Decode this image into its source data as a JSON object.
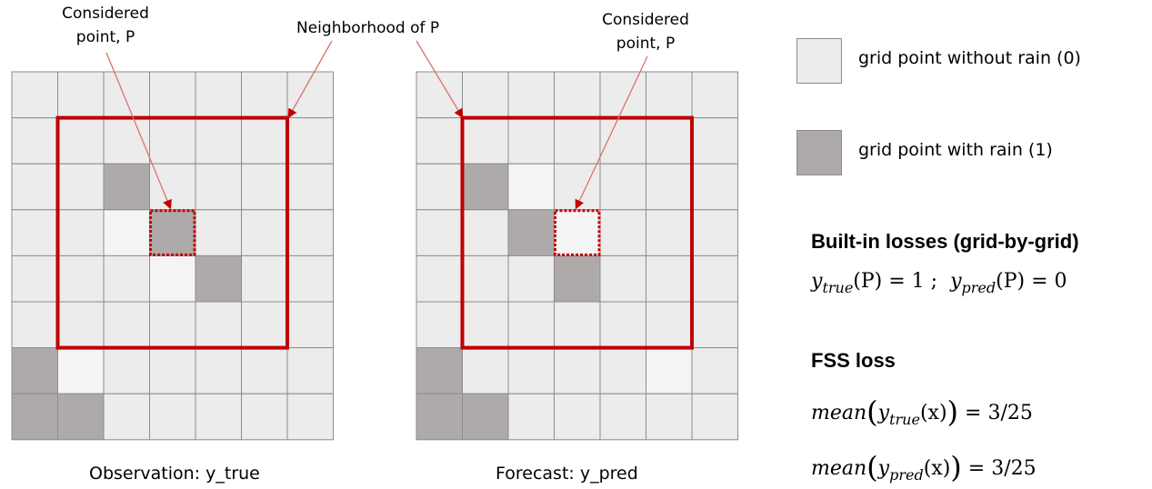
{
  "annotations": {
    "considered_left": [
      "Considered",
      "point, P"
    ],
    "neighborhood": "Neighborhood of P",
    "considered_right": [
      "Considered",
      "point, P"
    ]
  },
  "grids": [
    {
      "caption": "Observation:  y_true",
      "rain_cells": [
        [
          2,
          2
        ],
        [
          3,
          3
        ],
        [
          4,
          4
        ],
        [
          6,
          0
        ],
        [
          7,
          0
        ],
        [
          7,
          1
        ]
      ],
      "light_cells": [
        [
          3,
          2
        ],
        [
          4,
          3
        ],
        [
          6,
          1
        ]
      ],
      "point": [
        3,
        3
      ]
    },
    {
      "caption": "Forecast:  y_pred",
      "rain_cells": [
        [
          2,
          1
        ],
        [
          3,
          2
        ],
        [
          4,
          3
        ],
        [
          6,
          0
        ],
        [
          7,
          0
        ],
        [
          7,
          1
        ]
      ],
      "light_cells": [
        [
          2,
          2
        ],
        [
          3,
          3
        ],
        [
          6,
          5
        ]
      ],
      "point": [
        3,
        3
      ]
    }
  ],
  "legend": {
    "no_rain": "grid point without rain (0)",
    "rain": "grid point with rain (1)"
  },
  "builtin": {
    "title": "Built-in losses (grid-by-grid)",
    "a_var": "y",
    "a_sub": "true",
    "a_arg": "(P) = 1 ;",
    "b_var": "y",
    "b_sub": "pred",
    "b_arg": "(P) = 0"
  },
  "fss": {
    "title": "FSS loss",
    "l1_fn": "mean",
    "l1_var": "y",
    "l1_sub": "true",
    "l1_arg": "(x)",
    "l1_rhs": "= 3/25",
    "l2_fn": "mean",
    "l2_var": "y",
    "l2_sub": "pred",
    "l2_arg": "(x)",
    "l2_rhs": "= 3/25"
  },
  "colors": {
    "cell": "#ececec",
    "cell_light": "#f4f4f4",
    "rain": "#aeaaaa",
    "grid_line": "#8c8c8c",
    "red": "#c00000",
    "arrow": "#d9736e"
  }
}
